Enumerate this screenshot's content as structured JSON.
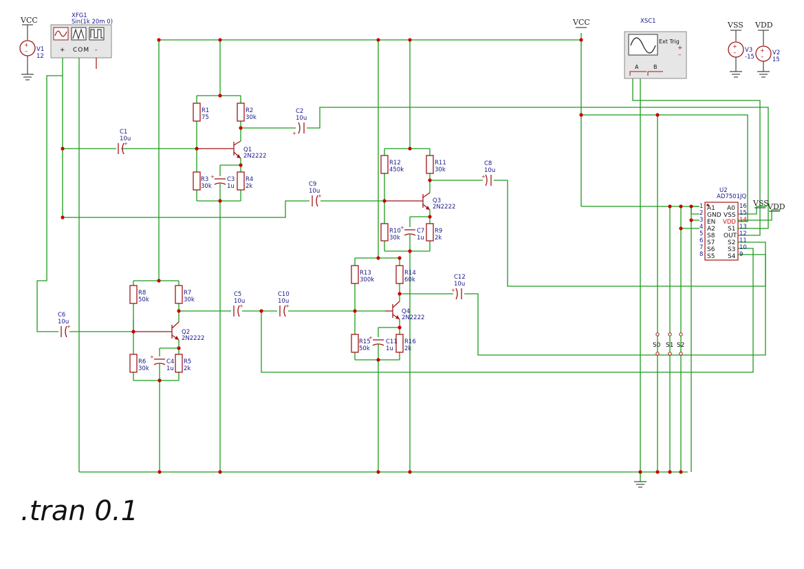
{
  "spice_directive": ".tran 0.1",
  "supplies": {
    "vcc_top_left": "VCC",
    "vcc_top_mid": "VCC",
    "vss_top": "VSS",
    "vdd_top": "VDD",
    "vss_chip": "VSS",
    "vdd_chip": "VDD"
  },
  "sources": {
    "v1": {
      "name": "V1",
      "value": "12"
    },
    "v2": {
      "name": "V2",
      "value": "15"
    },
    "v3": {
      "name": "V3",
      "value": "-15"
    }
  },
  "function_generator": {
    "name": "XFG1",
    "setting": "Sin(1k 20m 0)",
    "plus": "+",
    "com": "COM",
    "minus": "-"
  },
  "oscilloscope": {
    "name": "XSC1",
    "ext_trig": "Ext Trig",
    "ch_a": "A",
    "ch_b": "B"
  },
  "resistors": [
    {
      "name": "R1",
      "value": "75"
    },
    {
      "name": "R2",
      "value": "30k"
    },
    {
      "name": "R3",
      "value": "30k"
    },
    {
      "name": "R4",
      "value": "2k"
    },
    {
      "name": "R5",
      "value": "2k"
    },
    {
      "name": "R6",
      "value": "30k"
    },
    {
      "name": "R7",
      "value": "30k"
    },
    {
      "name": "R8",
      "value": "50k"
    },
    {
      "name": "R9",
      "value": "2k"
    },
    {
      "name": "R10",
      "value": "30k"
    },
    {
      "name": "R11",
      "value": "30k"
    },
    {
      "name": "R12",
      "value": "450k"
    },
    {
      "name": "R13",
      "value": "300k"
    },
    {
      "name": "R14",
      "value": "60k"
    },
    {
      "name": "R15",
      "value": "50k"
    },
    {
      "name": "R16",
      "value": "2k"
    }
  ],
  "capacitors": [
    {
      "name": "C1",
      "value": "10u"
    },
    {
      "name": "C2",
      "value": "10u"
    },
    {
      "name": "C3",
      "value": "1u"
    },
    {
      "name": "C4",
      "value": "1u"
    },
    {
      "name": "C5",
      "value": "10u"
    },
    {
      "name": "C6",
      "value": "10u"
    },
    {
      "name": "C7",
      "value": "1u"
    },
    {
      "name": "C8",
      "value": "10u"
    },
    {
      "name": "C9",
      "value": "10u"
    },
    {
      "name": "C10",
      "value": "10u"
    },
    {
      "name": "C11",
      "value": "1u"
    },
    {
      "name": "C12",
      "value": "10u"
    }
  ],
  "transistors": [
    {
      "name": "Q1",
      "model": "2N2222"
    },
    {
      "name": "Q2",
      "model": "2N2222"
    },
    {
      "name": "Q3",
      "model": "2N2222"
    },
    {
      "name": "Q4",
      "model": "2N2222"
    }
  ],
  "mux": {
    "name": "U2",
    "part": "AD7501JQ",
    "left_pins": [
      {
        "num": "1",
        "label": "A1"
      },
      {
        "num": "2",
        "label": "GND"
      },
      {
        "num": "3",
        "label": "EN"
      },
      {
        "num": "4",
        "label": "A2"
      },
      {
        "num": "5",
        "label": "S8"
      },
      {
        "num": "6",
        "label": "S7"
      },
      {
        "num": "7",
        "label": "S6"
      },
      {
        "num": "8",
        "label": "S5"
      }
    ],
    "right_pins": [
      {
        "num": "16",
        "label": "A0"
      },
      {
        "num": "15",
        "label": "VSS"
      },
      {
        "num": "14",
        "label": "VDD"
      },
      {
        "num": "13",
        "label": "S1"
      },
      {
        "num": "12",
        "label": "OUT"
      },
      {
        "num": "11",
        "label": "S2"
      },
      {
        "num": "10",
        "label": "S3"
      },
      {
        "num": "9",
        "label": "S4"
      }
    ]
  },
  "switches": [
    {
      "name": "S0"
    },
    {
      "name": "S1"
    },
    {
      "name": "S2"
    }
  ]
}
